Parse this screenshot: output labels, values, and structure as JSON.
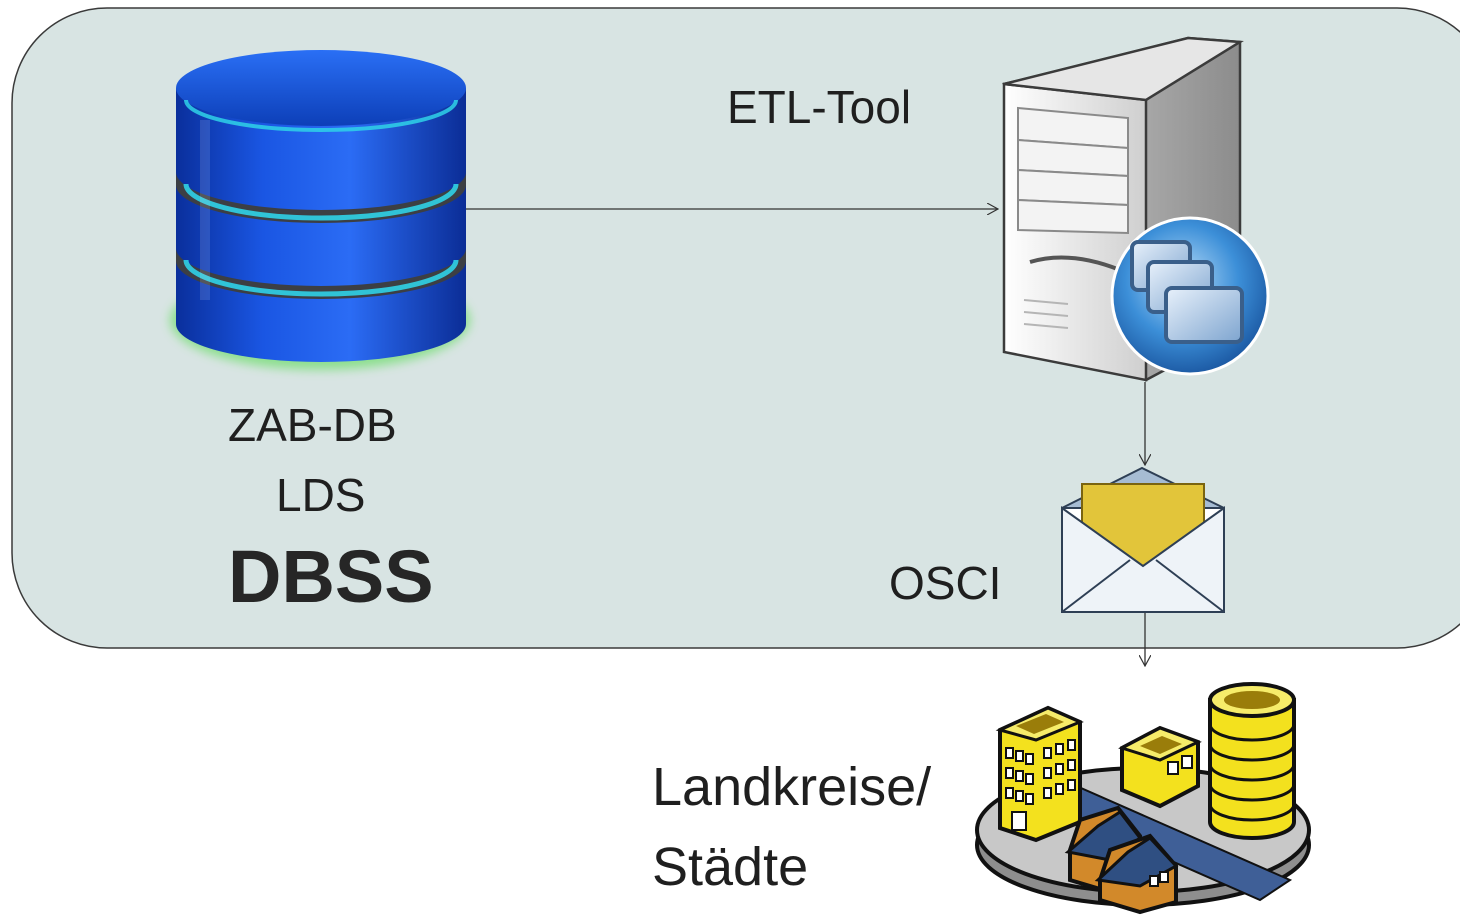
{
  "database": {
    "label_line1": "ZAB-DB",
    "label_line2": "LDS",
    "label_title": "DBSS"
  },
  "etl": {
    "label": "ETL-Tool"
  },
  "osci": {
    "label": "OSCI"
  },
  "landkreise": {
    "label_line1": "Landkreise/",
    "label_line2": "Städte"
  },
  "colors": {
    "panel_fill": "#d8e4e3",
    "panel_stroke": "#3a3a3a",
    "db_blue": "#1a5be8",
    "db_cyan": "#2fd2e8",
    "building_yellow": "#f3e11e",
    "envelope_yellow": "#e7c83a",
    "road_blue": "#3f5f97"
  },
  "icons": [
    "database-icon",
    "server-icon",
    "windows-badge-icon",
    "envelope-icon",
    "city-icon"
  ]
}
